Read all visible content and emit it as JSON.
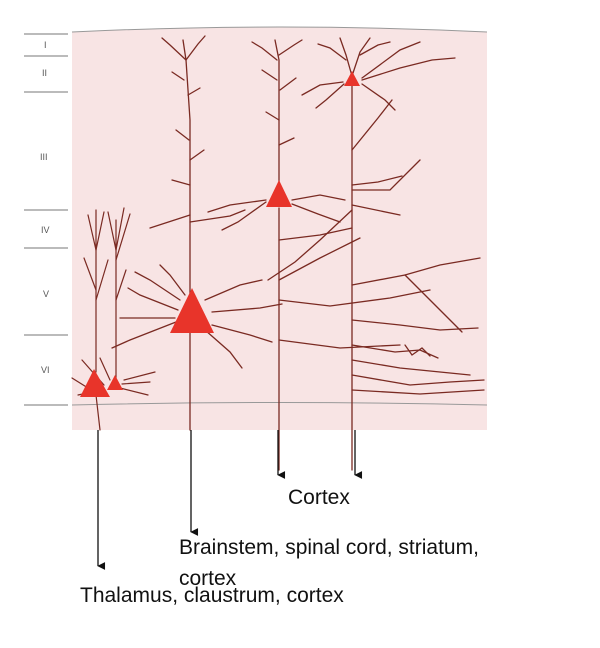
{
  "layers": [
    "I",
    "II",
    "III",
    "IV",
    "V",
    "VI"
  ],
  "targets": {
    "cortex": "Cortex",
    "brainstem_line1": "Brainstem, spinal cord, striatum,",
    "brainstem_line2": "cortex",
    "thalamus": "Thalamus, claustrum, cortex"
  },
  "colors": {
    "tissue_background": "#f8e4e4",
    "dendrite": "#7a2a22",
    "soma": "#e8342a",
    "layer_line": "#777777",
    "arrow": "#111111"
  }
}
